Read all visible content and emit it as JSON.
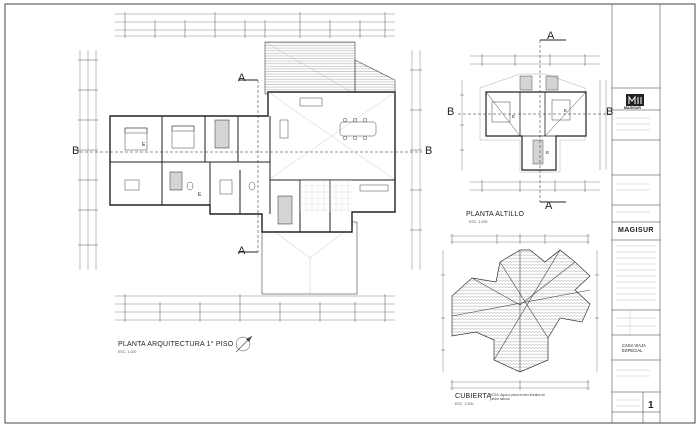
{
  "sheet": {
    "ground_floor": {
      "title": "PLANTA ARQUITECTURA 1° PISO",
      "scale": "ESC. 1:100",
      "section_marks": [
        "A",
        "A",
        "B",
        "B"
      ]
    },
    "attic": {
      "title": "PLANTA ALTILLO",
      "scale": "ESC. 1:100",
      "section_marks": [
        "A",
        "A",
        "B",
        "B"
      ]
    },
    "roof": {
      "title": "CUBIERTA",
      "scale": "ESC. 1:100",
      "note": "NOTA: Agua a pisos techos lineales de piedra natural"
    },
    "title_block": {
      "logo_text": "MAGISUR",
      "company": "MAGISUR",
      "project": "CASA VIAJA ESPECIAL",
      "sheet_number": "1"
    }
  }
}
